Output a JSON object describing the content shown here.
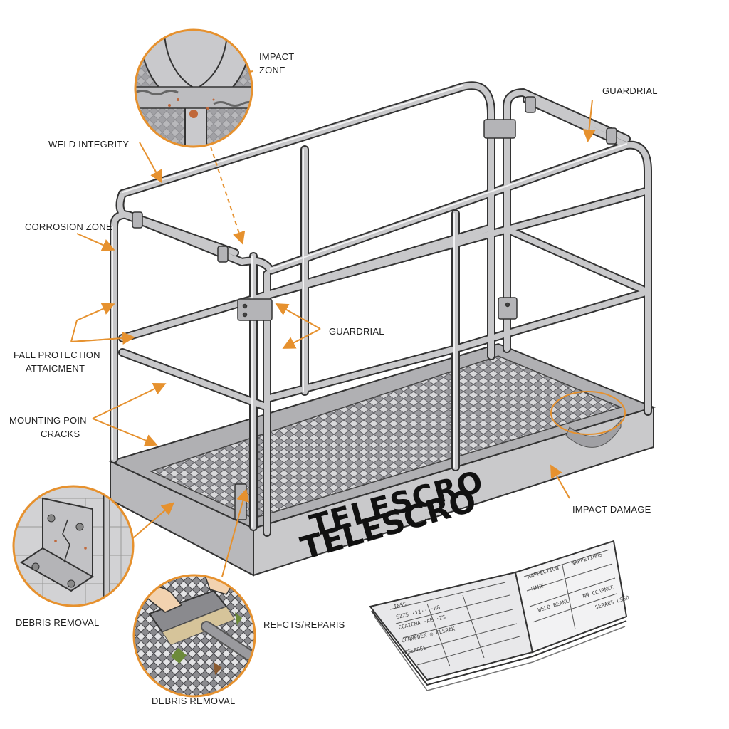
{
  "labels": {
    "impact_zone_1": "IMPACT",
    "impact_zone_2": "ZONE",
    "guardrial_top": "GUARDRIAL",
    "weld_integrity": "WELD INTEGRITY",
    "corrosion_zone": "CORROSION ZONE",
    "guardrial_mid": "GUARDRIAL",
    "fall_protection_1": "FALL PROTECTION",
    "fall_protection_2": "ATTAICMENT",
    "mounting_point_1": "MOUNTING POIN",
    "mounting_point_2": "CRACKS",
    "impact_damage": "IMPACT DAMAGE",
    "debris_removal_left": "DEBRIS REMOVAL",
    "refects_repairs": "REFCTS/REPARIS",
    "debris_removal_bottom": "DEBRIS REMOVAL"
  },
  "brand": {
    "side_text": "TELESCRO",
    "front_text": "TELESCRO"
  },
  "logbook": {
    "left_page": [
      "INSS",
      "SZZ5 ·11·· ·H8",
      "CCAICMA ·AE ·ZS",
      "CCNNEDEN ◎ CLSRAK",
      "CSSFOSS"
    ],
    "right_page": [
      "MAPPECTION",
      "NAPPETIHHS",
      "WAHE",
      "WELD BEANL",
      "NN CCARNCE",
      "SERAE5 LSED"
    ]
  },
  "colors": {
    "accent": "#e6912e",
    "metal": "#c4c4c6",
    "metal_dark": "#5a5a5e",
    "outline": "#333333"
  }
}
